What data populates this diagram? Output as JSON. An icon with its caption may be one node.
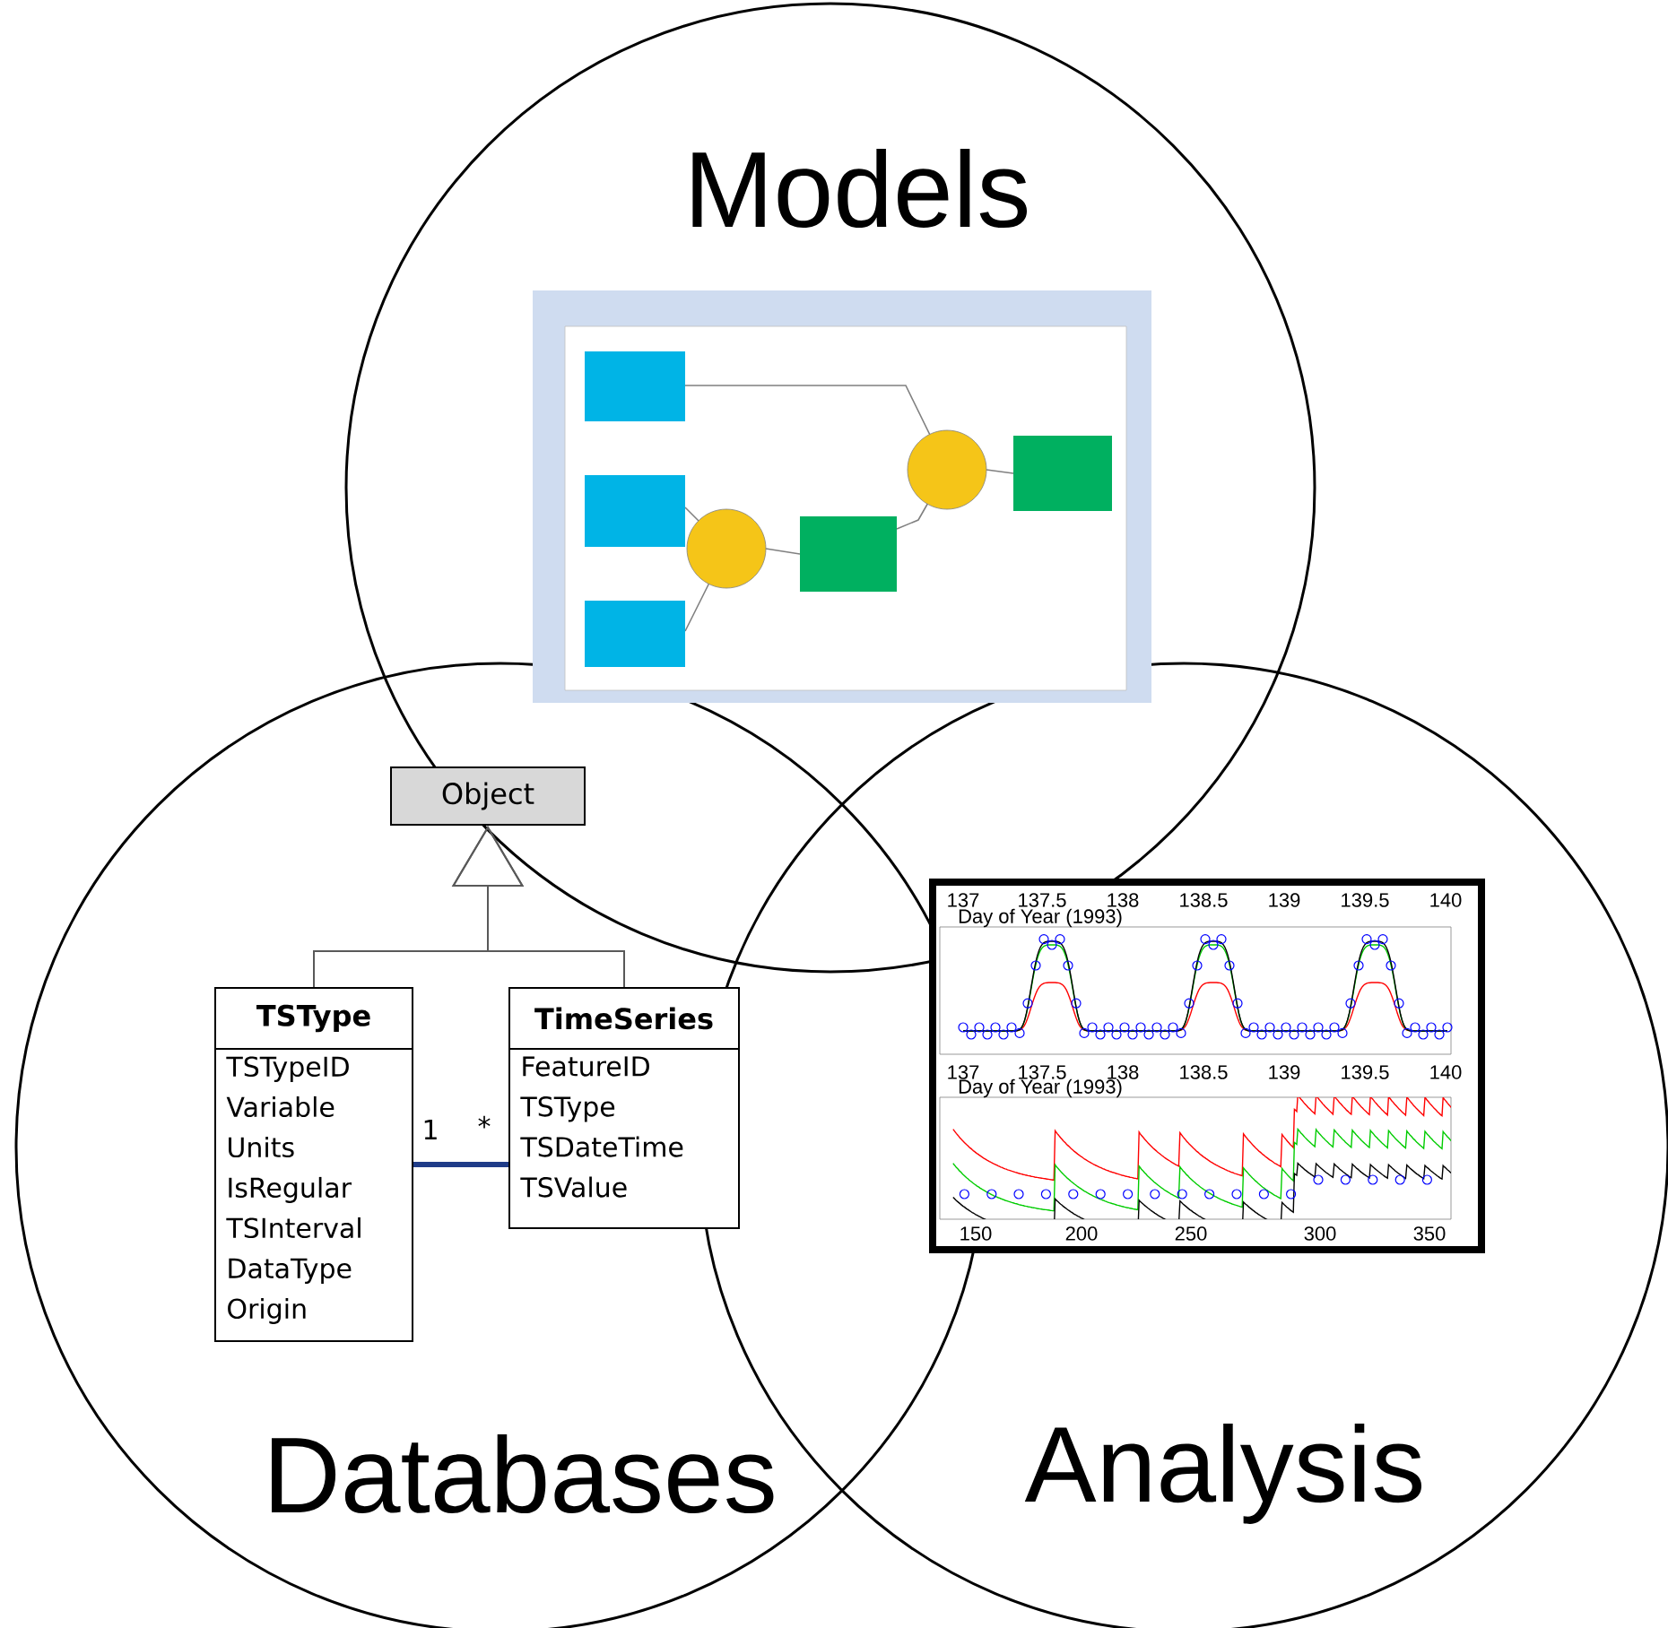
{
  "diagram": {
    "nodes": [
      {
        "text": [
          "Models"
        ]
      },
      {
        "text": [
          "Object"
        ]
      },
      {
        "text": [
          "TSType",
          "TSTypeID Variable Units IsRegular TSInterval DataType Origin"
        ],
        "in": 4
      },
      {
        "text": [
          "TimeSeries",
          "FeatureID TSType TSDateTime TSValue"
        ],
        "in": 4
      },
      {
        "text": [
          "Databases"
        ]
      },
      {
        "text": [
          "Analysis"
        ]
      }
    ],
    "edges": [
      {
        "from": 2,
        "to": 1,
        "arrow": "to"
      },
      {
        "from": 3,
        "to": 1,
        "arrow": "to"
      },
      {
        "from": 2,
        "to": 3,
        "arrow": "none",
        "style": "thick",
        "color": "#1f3c88"
      }
    ],
    "labels": [
      "137",
      "137.5",
      "138",
      "138.5",
      "139",
      "139.5",
      "140",
      "Day of Year (1993)",
      "137",
      "137.5",
      "138",
      "138.5",
      "139",
      "139.5",
      "140",
      "Day of Year (1993)",
      "150",
      "200",
      "250",
      "300",
      "350",
      "1",
      "*"
    ]
  }
}
